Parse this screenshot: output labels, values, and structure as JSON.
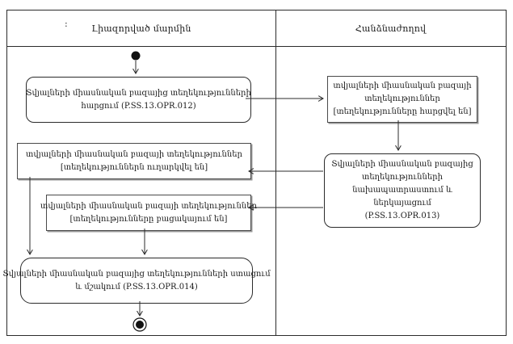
{
  "lanes": [
    {
      "title": "Լիազորված մարմին"
    },
    {
      "title": "Հանձնաժողով"
    }
  ],
  "header_mark": ":",
  "boxes": {
    "opr012": {
      "type": "action",
      "lines": [
        "Տվյալների միասնական բազայից տեղեկությունների",
        "հարցում (P.SS.13.OPR.012)"
      ]
    },
    "info_requested": {
      "type": "object",
      "lines": [
        "տվյալների միասնական բազայի",
        "տեղեկություններ",
        "[տեղեկությունները հարցվել են]"
      ]
    },
    "opr013": {
      "type": "action",
      "lines": [
        "Տվյալների միասնական բազայից",
        "տեղեկությունների",
        "նախապատրաստում և",
        "ներկայացում",
        "(P.SS.13.OPR.013)"
      ]
    },
    "info_sent": {
      "type": "object",
      "lines": [
        "տվյալների միասնական բազայի տեղեկություններ",
        "[տեղեկություններն ուղարկվել են]"
      ]
    },
    "info_missing": {
      "type": "object",
      "lines": [
        "տվյալների միասնական բազայի տեղեկություններ",
        "[տեղեկությունները բացակայում են]"
      ]
    },
    "opr014": {
      "type": "action",
      "lines": [
        "Տվյալների միասնական բազայից տեղեկությունների ստացում",
        "և մշակում (P.SS.13.OPR.014)"
      ]
    }
  },
  "nodes": {
    "start": "initial-node",
    "end": "activity-final-node"
  },
  "colors": {
    "line": "#2b2b2b",
    "object_shadow": "#9a9a9a",
    "background": "#ffffff",
    "text": "#1a1a1a"
  }
}
